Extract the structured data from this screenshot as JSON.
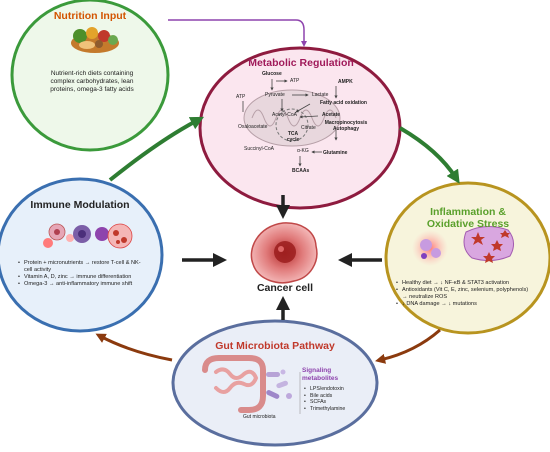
{
  "center": {
    "label": "Cancer cell"
  },
  "nutrition": {
    "title": "Nutrition Input",
    "text": "Nutrient-rich diets containing complex carbohydrates, lean proteins, omega-3 fatty acids"
  },
  "metabolic": {
    "title": "Metabolic Regulation",
    "labels": {
      "glucose": "Glucose",
      "atp_top": "ATP",
      "atp_left": "ATP",
      "pyruvate": "Pyruvate",
      "lactate": "Lactate",
      "ampk": "AMPK",
      "fao": "Fatty acid oxidation",
      "acetyl": "Acetyl-CoA",
      "acetate": "Acetate",
      "oxaloacetate": "Oxaloacetate",
      "citrate": "Citrate",
      "tca": "TCA cycle",
      "macro": "Macropinocytosis Autophagy",
      "succinyl": "Succinyl-CoA",
      "akg": "α-KG",
      "glutamine": "Glutamine",
      "bcaas": "BCAAs"
    }
  },
  "immune": {
    "title": "Immune Modulation",
    "items": [
      "Protein + micronutrients → restore T-cell & NK-cell activity",
      "Vitamin A, D, zinc → immune differentiation",
      "Omega-3 → anti-inflammatory immune shift"
    ]
  },
  "inflammation": {
    "title_line1": "Inflammation &",
    "title_line2": "Oxidative Stress",
    "items": [
      "Healthy diet → ↓ NF-κB & STAT3 activation",
      "Antioxidants (Vit C, E, zinc, selenium, polyphenols) → neutralize ROS",
      "↓ DNA damage → ↓ mutations"
    ]
  },
  "gut": {
    "title": "Gut Microbiota Pathway",
    "microbiota_label": "Gut microbiota",
    "signaling_title": "Signaling metabolites",
    "items": [
      "LPS/endotoxin",
      "Bile acids",
      "SCFAs",
      "Trimethylamine"
    ]
  },
  "colors": {
    "nutrition_ring": "#3b9a3b",
    "nutrition_title": "#d35400",
    "metabolic_ring": "#8e1b3f",
    "metabolic_title": "#a01a5a",
    "immune_ring": "#3a6fb0",
    "inflammation_ring": "#b8941f",
    "inflammation_title": "#5aa02c",
    "gut_ring": "#5a6e9e",
    "gut_title": "#c0392b",
    "signaling_title": "#8e44ad",
    "arrow_green": "#2e7d32",
    "arrow_brown": "#8b3a0e",
    "arrow_purple": "#8e44ad"
  }
}
